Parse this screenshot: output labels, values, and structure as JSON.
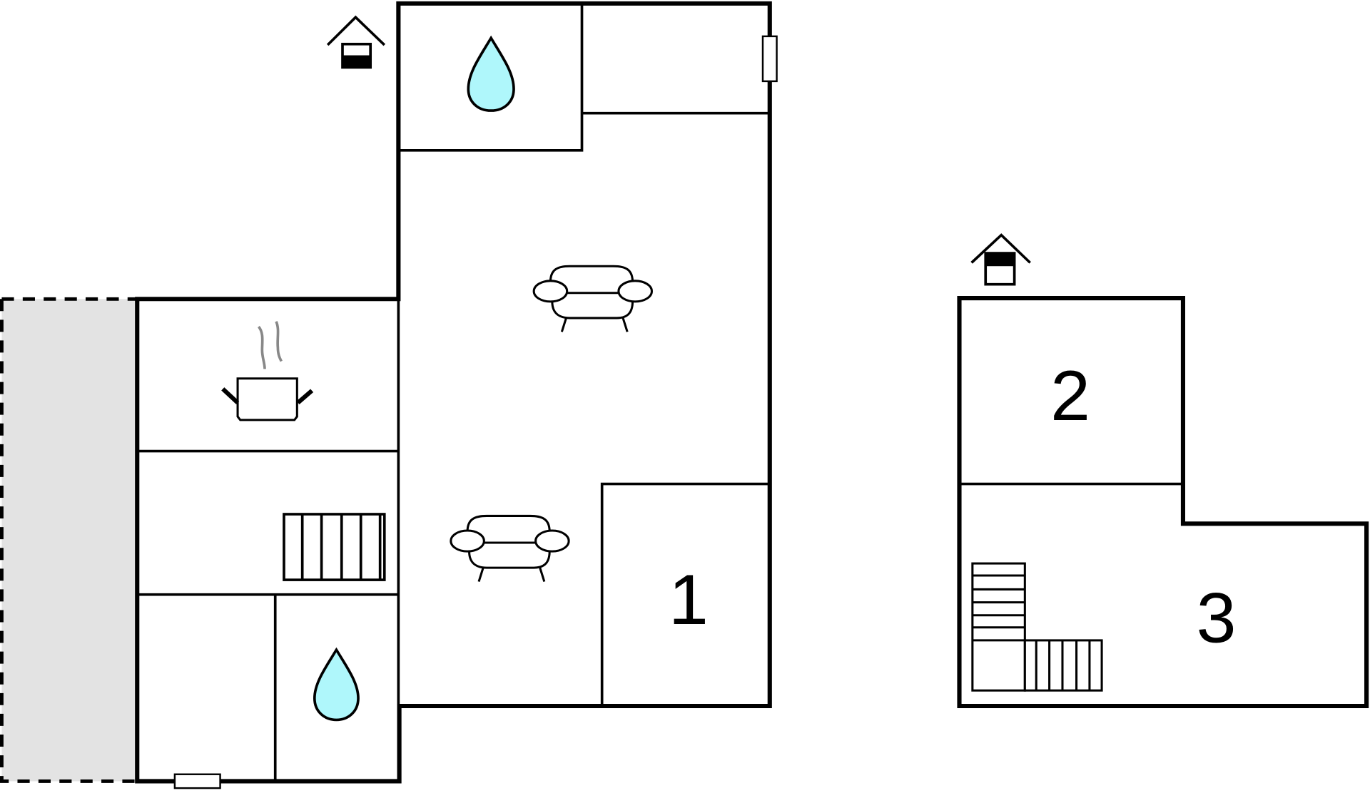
{
  "plan": {
    "type": "floor-plan",
    "colors": {
      "walls": "#000000",
      "terrace": "#e3e3e3",
      "water_icon": "#aff7fb",
      "steam": "#888888",
      "background": "#ffffff"
    },
    "ground_floor": {
      "rooms": [
        {
          "id": "bathroom-top",
          "icon": "water-drop-icon"
        },
        {
          "id": "room-top-right",
          "icon": ""
        },
        {
          "id": "living-room",
          "icon": "sofa-icon",
          "count": 2
        },
        {
          "id": "kitchen",
          "icon": "cooking-pot-icon"
        },
        {
          "id": "hall-stairs",
          "icon": "stairs-icon"
        },
        {
          "id": "utility",
          "icon": ""
        },
        {
          "id": "bathroom-bottom",
          "icon": "water-drop-icon"
        },
        {
          "id": "bedroom-1",
          "label": "1"
        }
      ],
      "terrace": {
        "id": "terrace",
        "style": "dashed-outline"
      },
      "entrance_icon": "entrance-house-icon"
    },
    "upper_floor": {
      "rooms": [
        {
          "id": "bedroom-2",
          "label": "2"
        },
        {
          "id": "bedroom-3",
          "label": "3",
          "icon": "stairs-icon"
        }
      ],
      "entrance_icon": "upper-floor-house-icon"
    }
  }
}
